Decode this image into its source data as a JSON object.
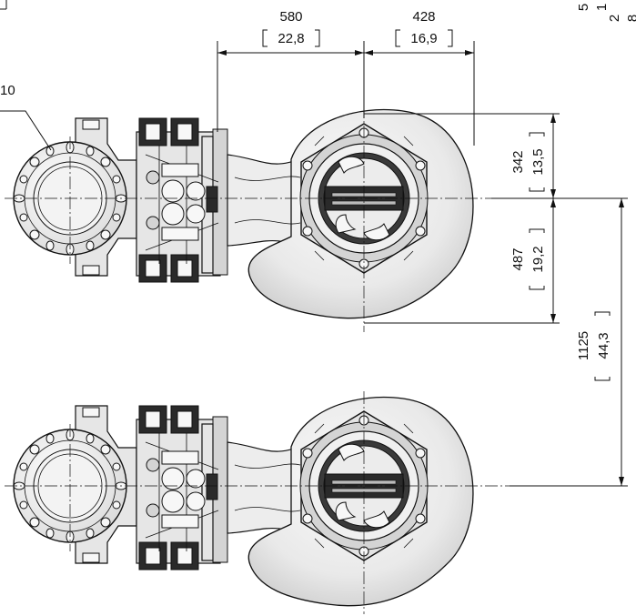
{
  "dimensions": {
    "top_left_partial": "10",
    "d580": {
      "mm": "580",
      "inch": "22,8"
    },
    "d428": {
      "mm": "428",
      "inch": "16,9"
    },
    "d342": {
      "mm": "342",
      "inch": "13,5"
    },
    "d487": {
      "mm": "487",
      "inch": "19,2"
    },
    "d1125": {
      "mm": "1125",
      "inch": "44,3"
    },
    "corner_partial_1": {
      "mm": "5",
      "inch": "1"
    },
    "corner_partial_2": {
      "mm": "2",
      "inch": "8"
    }
  }
}
